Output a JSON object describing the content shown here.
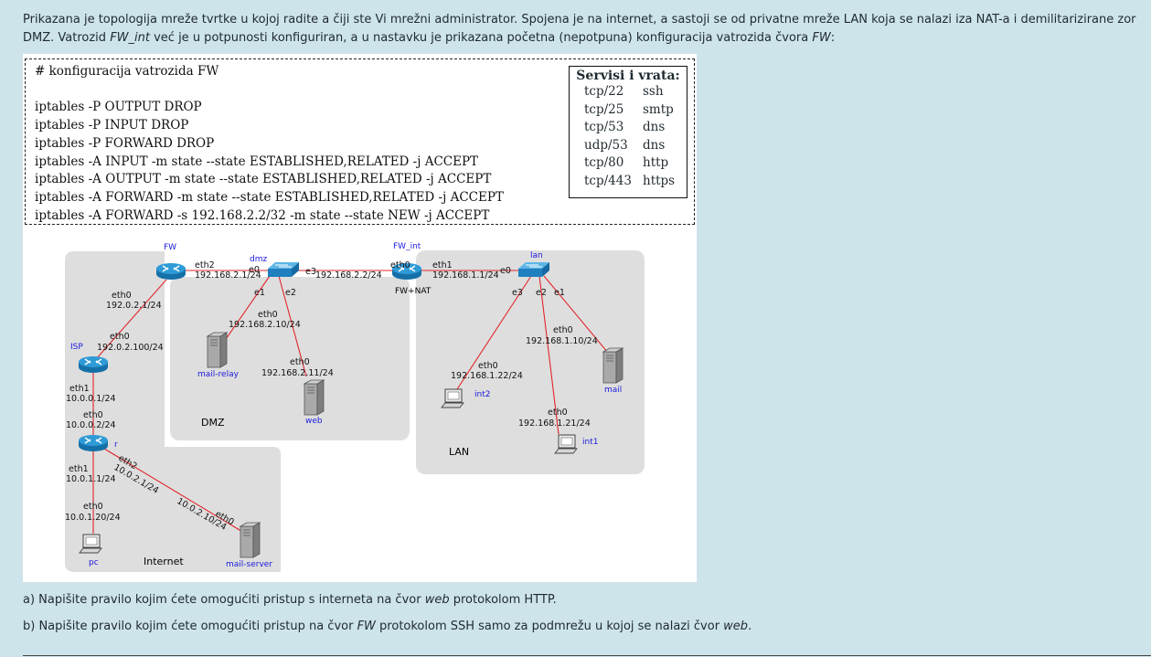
{
  "intro": {
    "line1": "Prikazana je topologija mreže tvrtke u kojoj radite a čiji ste Vi mrežni administrator. Spojena je na internet, a sastoji se od privatne mreže LAN koja se nalazi iza NAT-a i demilitarizirane zor",
    "line2_a": "DMZ. Vatrozid ",
    "line2_fwint": "FW_int",
    "line2_b": " već je u potpunosti konfiguriran, a u nastavku je prikazana početna (nepotpuna) konfiguracija vatrozida čvora ",
    "line2_fw": "FW",
    "line2_c": ":"
  },
  "config": {
    "lines": [
      "# konfiguracija vatrozida FW",
      "",
      "iptables -P OUTPUT DROP",
      "iptables -P INPUT DROP",
      "iptables -P FORWARD DROP",
      "iptables -A INPUT -m state --state ESTABLISHED,RELATED -j ACCEPT",
      "iptables -A OUTPUT -m state --state ESTABLISHED,RELATED -j ACCEPT",
      "iptables -A FORWARD -m state --state ESTABLISHED,RELATED -j ACCEPT",
      "iptables -A FORWARD -s 192.168.2.2/32 -m state --state NEW -j ACCEPT"
    ]
  },
  "services": {
    "title": "Servisi i vrata:",
    "rows": [
      {
        "port": "tcp/22",
        "name": "ssh"
      },
      {
        "port": "tcp/25",
        "name": "smtp"
      },
      {
        "port": "tcp/53",
        "name": "dns"
      },
      {
        "port": "udp/53",
        "name": "dns"
      },
      {
        "port": "tcp/80",
        "name": "http"
      },
      {
        "port": "tcp/443",
        "name": "https"
      }
    ]
  },
  "diagram": {
    "zones": {
      "dmz": "DMZ",
      "lan": "LAN",
      "internet": "Internet"
    },
    "nodes": {
      "fw": "FW",
      "fw_int": "FW_int",
      "fw_nat": "FW+NAT",
      "isp": "ISP",
      "r": "r",
      "dmz_switch": "dmz",
      "lan_switch": "lan",
      "mail_relay": "mail-relay",
      "web": "web",
      "mail": "mail",
      "int1": "int1",
      "int2": "int2",
      "pc": "pc",
      "mail_server": "mail-server"
    },
    "labels": {
      "fw_eth2_if": "eth2",
      "fw_eth2_ip": "192.168.2.1/24",
      "dmz_e0": "e0",
      "fw_eth0_if": "eth0",
      "fw_eth0_ip": "192.0.2.1/24",
      "isp_eth0_if": "eth0",
      "isp_eth0_ip": "192.0.2.100/24",
      "isp_eth1_if": "eth1",
      "isp_eth1_ip": "10.0.0.1/24",
      "r_eth0_if": "eth0",
      "r_eth0_ip": "10.0.0.2/24",
      "r_eth1_if": "eth1",
      "r_eth1_ip": "10.0.1.1/24",
      "r_eth2_if": "eth2",
      "r_eth2_ip": "10.0.2.1/24",
      "pc_eth0_if": "eth0",
      "pc_eth0_ip": "10.0.1.20/24",
      "ms_eth0_if": "eth0",
      "ms_eth0_ip": "10.0.2.10/24",
      "dmz_e1": "e1",
      "dmz_e2": "e2",
      "dmz_e3": "e3",
      "mr_eth0_if": "eth0",
      "mr_eth0_ip": "192.168.2.10/24",
      "web_eth0_if": "eth0",
      "web_eth0_ip": "192.168.2.11/24",
      "fwint_eth0_if": "eth0",
      "fwint_eth0_ip": "192.168.2.2/24",
      "fwint_eth1_if": "eth1",
      "fwint_eth1_ip": "192.168.1.1/24",
      "lan_e0": "e0",
      "lan_e1": "e1",
      "lan_e2": "e2",
      "lan_e3": "e3",
      "mail_eth0_if": "eth0",
      "mail_eth0_ip": "192.168.1.10/24",
      "int2_eth0_if": "eth0",
      "int2_eth0_ip": "192.168.1.22/24",
      "int1_eth0_if": "eth0",
      "int1_eth0_ip": "192.168.1.21/24"
    },
    "colors": {
      "zone": "#dedede",
      "link": "#e0262c",
      "router": "#1f8bc6",
      "switch": "#2a8fcc",
      "blue_label": "#1a1adb",
      "server": "#9a9a9a"
    }
  },
  "questions": {
    "a_pre": "a) Napišite pravilo kojim ćete omogućiti pristup s interneta na čvor ",
    "a_node": "web",
    "a_post": " protokolom HTTP.",
    "b_pre": "b) Napišite pravilo kojim ćete omogućiti pristup na čvor ",
    "b_node": "FW",
    "b_mid": " protokolom SSH samo za podmrežu u kojoj se nalazi čvor ",
    "b_node2": "web",
    "b_post": "."
  }
}
